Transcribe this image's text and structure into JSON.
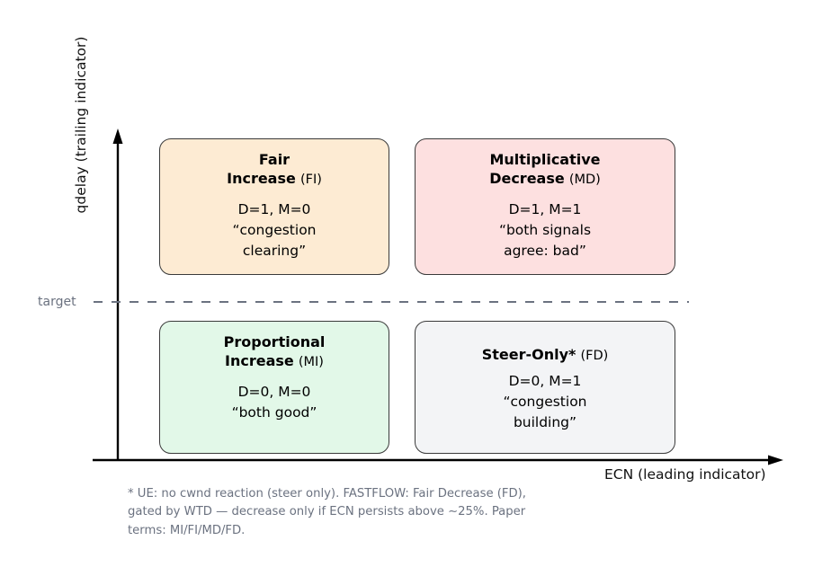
{
  "axes": {
    "y_label": "qdelay (trailing indicator)",
    "x_label": "ECN (leading indicator)",
    "target_tick_label": "target"
  },
  "quadrants": [
    {
      "id": "FI",
      "title_line1": "Fair",
      "title_line2": "Increase",
      "code": "(FI)",
      "flags": "D=1, M=0",
      "quote_line1": "“congestion",
      "quote_line2": "clearing”",
      "fill_color": "#fdebd3"
    },
    {
      "id": "MD",
      "title_line1": "Multiplicative",
      "title_line2": "Decrease",
      "code": "(MD)",
      "flags": "D=1, M=1",
      "quote_line1": "“both signals",
      "quote_line2": "agree: bad”",
      "fill_color": "#fde0e0"
    },
    {
      "id": "MI",
      "title_line1": "Proportional",
      "title_line2": "Increase",
      "code": "(MI)",
      "flags": "D=0, M=0",
      "quote_line1": "“both good”",
      "quote_line2": "",
      "fill_color": "#e2f8e8"
    },
    {
      "id": "FD",
      "title_line1": "",
      "title_line2": "Steer-Only*",
      "code": "(FD)",
      "flags": "D=0, M=1",
      "quote_line1": "“congestion",
      "quote_line2": "building”",
      "fill_color": "#f3f4f6"
    }
  ],
  "footnote": {
    "line1": "* UE: no cwnd reaction (steer only). FASTFLOW: Fair Decrease (FD),",
    "line2": "gated by WTD — decrease only if ECN persists above ∼25%. Paper",
    "line3": "terms: MI/FI/MD/FD."
  },
  "colors": {
    "axis": "#000000",
    "target_dash": "#6b7280",
    "footnote_text": "#6b7280",
    "box_border": "#3a3a3a"
  }
}
